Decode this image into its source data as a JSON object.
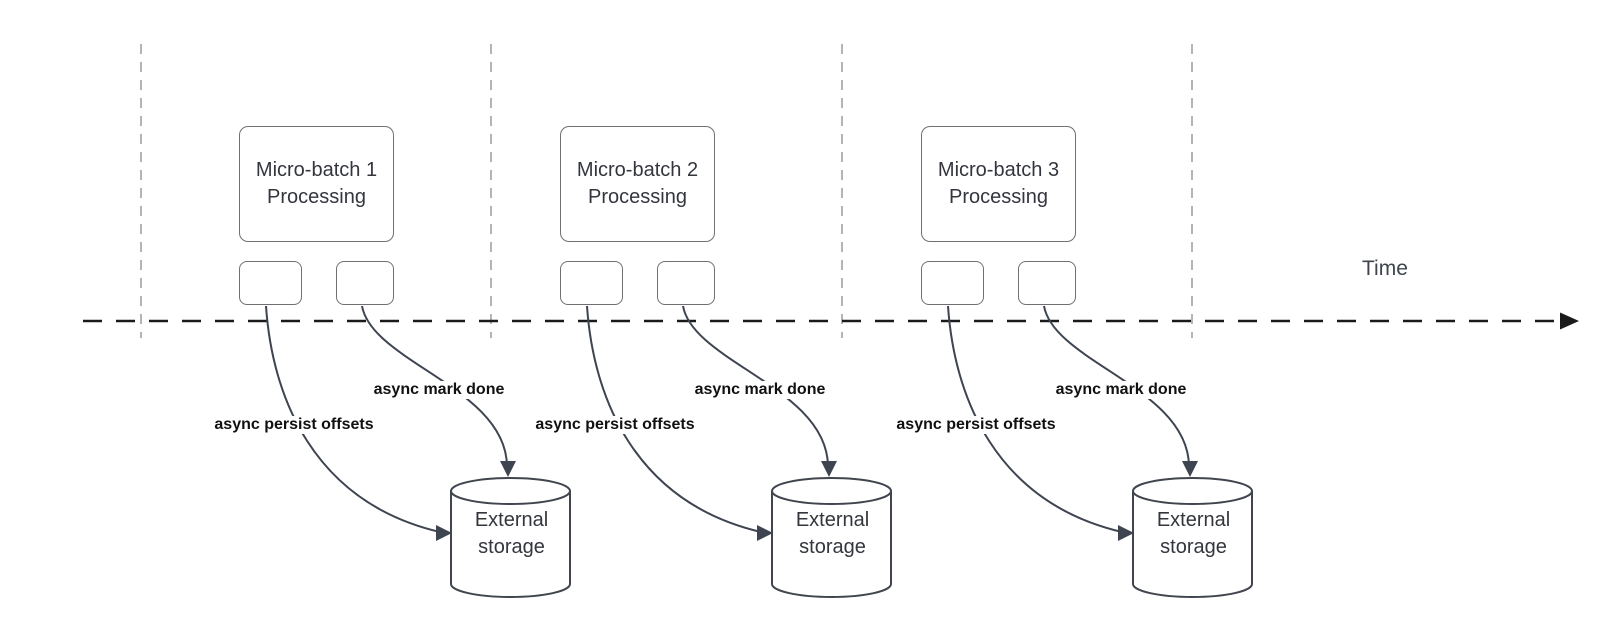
{
  "timeline": {
    "label": "Time"
  },
  "batches": [
    {
      "box_title": "Micro-batch 1",
      "box_subtitle": "Processing",
      "persist_label": "async persist offsets",
      "done_label": "async mark done",
      "storage_line1": "External",
      "storage_line2": "storage"
    },
    {
      "box_title": "Micro-batch 2",
      "box_subtitle": "Processing",
      "persist_label": "async persist offsets",
      "done_label": "async mark done",
      "storage_line1": "External",
      "storage_line2": "storage"
    },
    {
      "box_title": "Micro-batch 3",
      "box_subtitle": "Processing",
      "persist_label": "async persist offsets",
      "done_label": "async mark done",
      "storage_line1": "External",
      "storage_line2": "storage"
    }
  ],
  "colors": {
    "background": "#ffffff",
    "gridline": "#b4b4b4",
    "timeline": "#1a1a1a",
    "arrow": "#3e4450",
    "shape_border": "#707070",
    "cylinder_border": "#40454e",
    "shape_text": "#33363d",
    "label_text": "#111111",
    "time_text": "#3f444c"
  }
}
